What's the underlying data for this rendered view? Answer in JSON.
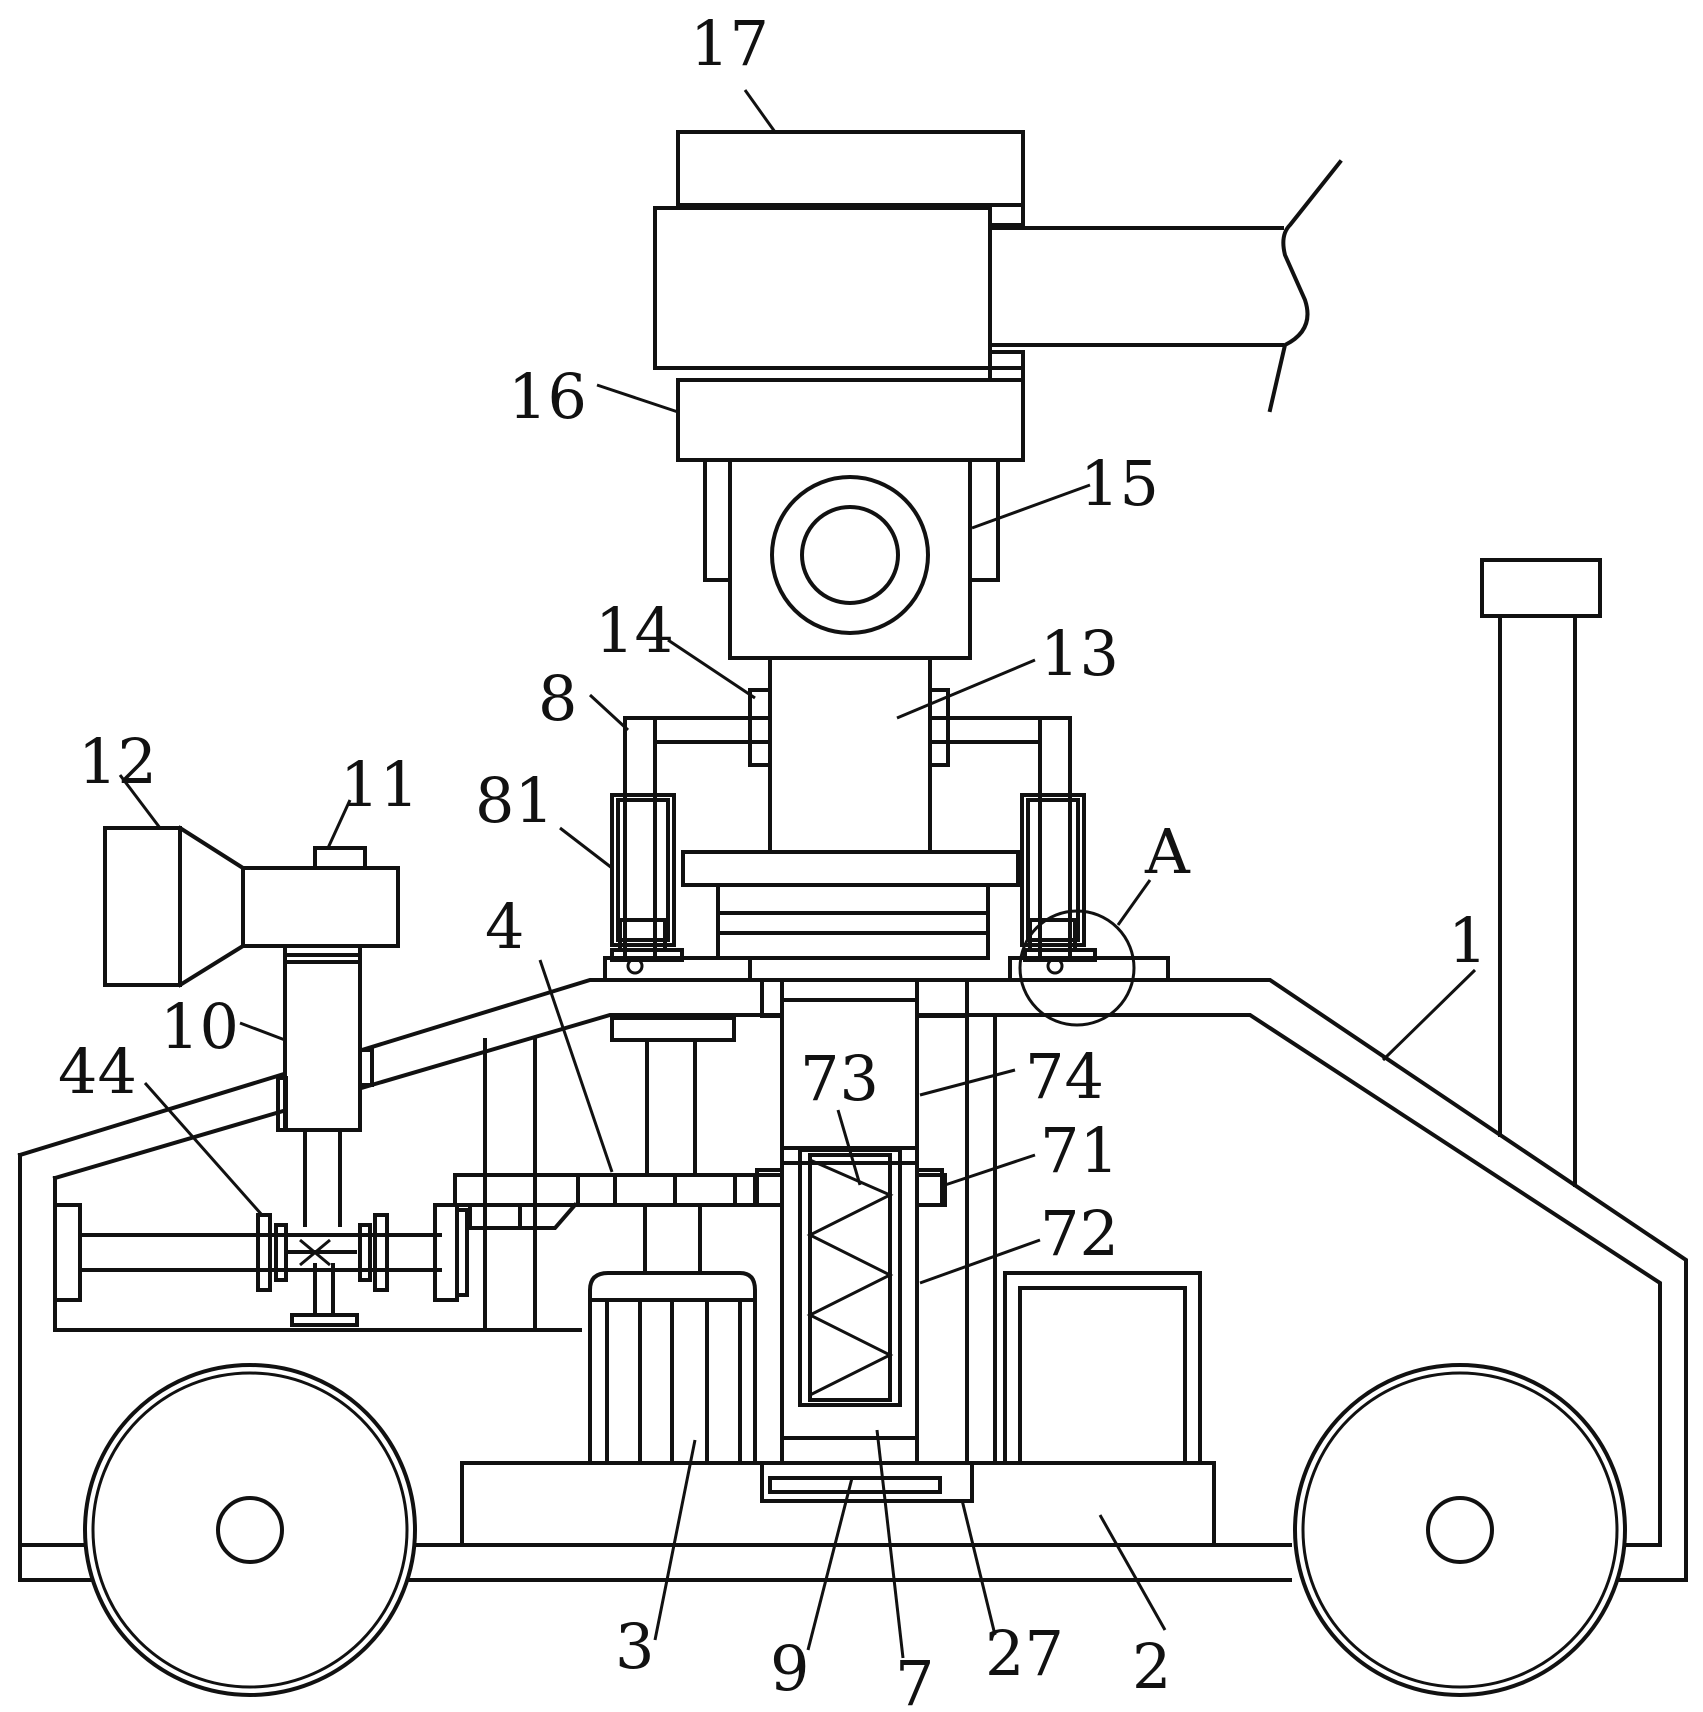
{
  "labels": {
    "l17": "17",
    "l16": "16",
    "l15": "15",
    "l14": "14",
    "l13": "13",
    "l8": "8",
    "l81": "81",
    "l12": "12",
    "l11": "11",
    "l4": "4",
    "lA": "A",
    "l1": "1",
    "l10": "10",
    "l44": "44",
    "l73": "73",
    "l74": "74",
    "l71": "71",
    "l72": "72",
    "l3": "3",
    "l9": "9",
    "l7": "7",
    "l27": "27",
    "l2": "2"
  }
}
